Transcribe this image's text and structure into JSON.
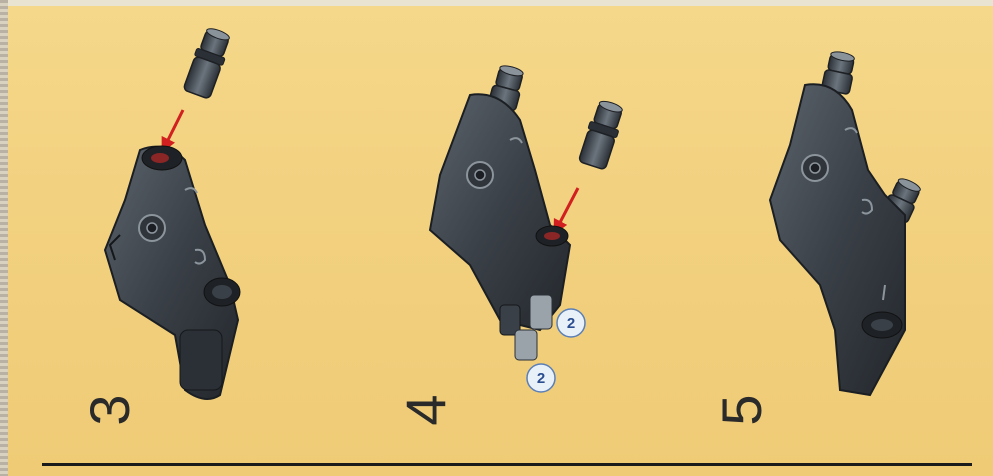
{
  "steps": [
    {
      "number": "3"
    },
    {
      "number": "4",
      "callouts": [
        "2",
        "2"
      ]
    },
    {
      "number": "5"
    }
  ],
  "colors": {
    "background": "#f3d27f",
    "part": "#3a4047",
    "part_dark": "#23272c",
    "part_light": "#5b636c",
    "arrow": "#d21f1f",
    "badge_fill": "#e8f0f8",
    "badge_stroke": "#5a7fb8"
  },
  "icons": [
    "technic-axle-pin-icon",
    "technic-connector-block-icon",
    "insert-arrow-icon"
  ]
}
